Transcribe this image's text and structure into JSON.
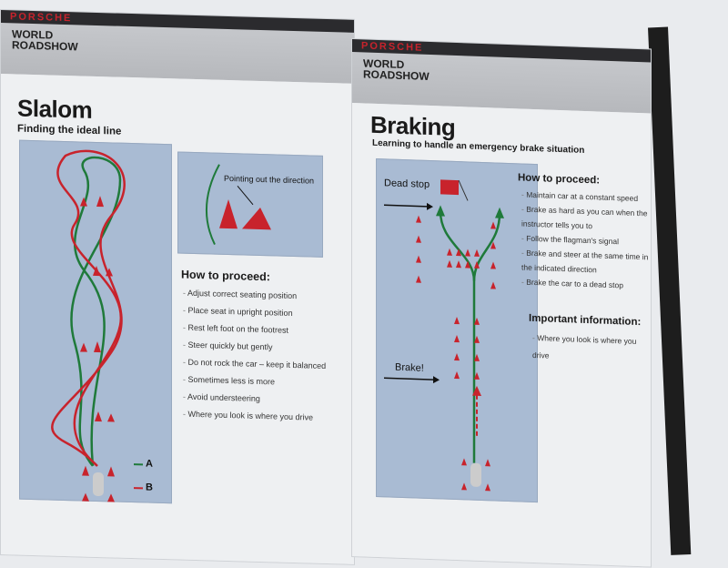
{
  "slalom_panel": {
    "brand": "PORSCHE",
    "header": "WORLD ROADSHOW",
    "title": "Slalom",
    "subtitle": "Finding the ideal line",
    "inset_caption": "Pointing out the direction",
    "legend": [
      {
        "label": "A",
        "color": "#1f7a3a"
      },
      {
        "label": "B",
        "color": "#c8232c"
      }
    ],
    "section": "How to proceed:",
    "steps": [
      "Adjust correct seating position",
      "Place seat in upright position",
      "Rest left foot on the footrest",
      "Steer quickly but gently",
      "Do not rock the car – keep it balanced",
      "Sometimes less is more",
      "Avoid understeering",
      "Where you look is where you drive"
    ]
  },
  "braking_panel": {
    "brand": "PORSCHE",
    "header": "WORLD ROADSHOW",
    "title": "Braking",
    "subtitle": "Learning to handle an emergency brake situation",
    "dead_stop_label": "Dead stop",
    "brake_label": "Brake!",
    "section": "How to proceed:",
    "steps": [
      "Maintain car at a constant speed",
      "Brake as hard as you can when the instructor tells you to",
      "Follow the flagman's signal",
      "Brake and steer at the same time in the indicated direction",
      "Brake the car to a dead stop"
    ],
    "important_title": "Important information:",
    "important": [
      "Where you look is where you drive"
    ]
  },
  "colors": {
    "diagram_bg": "#a9bbd3",
    "cone_red": "#c8232c",
    "line_green": "#1f7a3a"
  }
}
